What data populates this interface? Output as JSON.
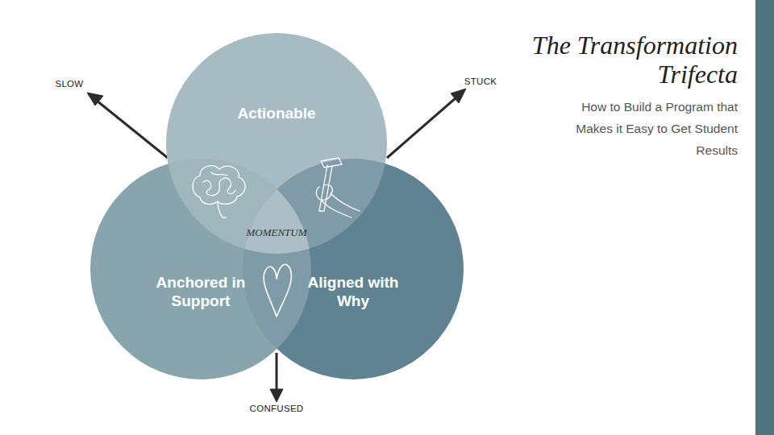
{
  "diagram": {
    "title": "The Transformation Trifecta",
    "caption": "How to Build a Program that Makes it Easy to Get Student Results",
    "nodes": [
      {
        "text": [
          "Actionable"
        ]
      },
      {
        "text": [
          "Anchored in Support"
        ]
      },
      {
        "text": [
          "Aligned with Why"
        ]
      }
    ],
    "labels": [
      "SLOW",
      "STUCK",
      "MOMENTUM",
      "CONFUSED"
    ]
  }
}
